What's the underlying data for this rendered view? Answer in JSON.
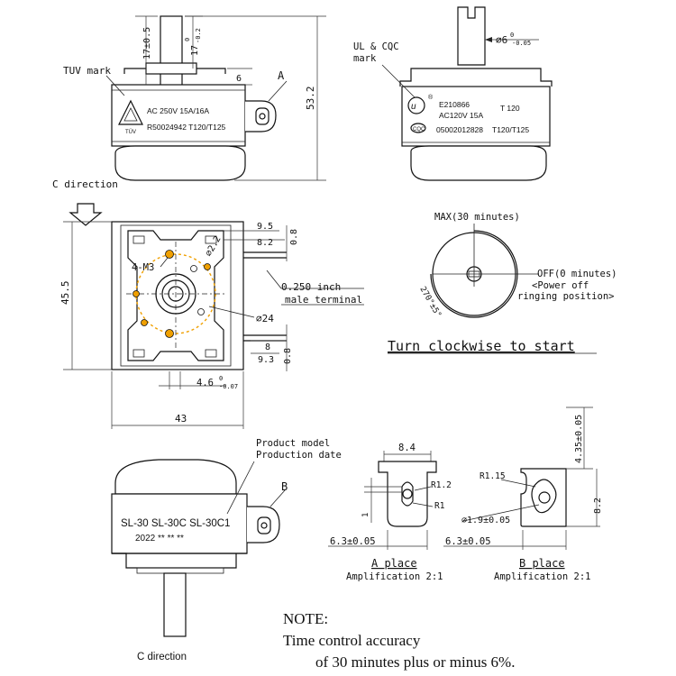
{
  "top_left": {
    "tuv_label": "TUV mark",
    "tuv_logo_text": "TÜV",
    "label_line1": "AC 250V 15A/16A",
    "label_line2": "R50024942 T120/T125",
    "dim_shaft_len": "17±0.5",
    "dim_shaft_len2_base": "17",
    "dim_shaft_len2_upper": "0",
    "dim_shaft_len2_lower": "-0.2",
    "dim_six": "6",
    "dim_height": "53.2",
    "callout_a": "A"
  },
  "top_right": {
    "ul_label_line1": "UL & CQC",
    "ul_label_line2": "mark",
    "label_line1": "E210866",
    "label_line1b": "T 120",
    "label_line2": "AC120V 15A",
    "label_line3": "05002012828",
    "label_line3b": "T120/T125",
    "dim_dia_base": "⌀6",
    "dim_dia_upper": "0",
    "dim_dia_lower": "-0.05"
  },
  "middle_left": {
    "c_direction": "C direction",
    "dim_45_5": "45.5",
    "dim_9_5": "9.5",
    "dim_8_2": "8.2",
    "dim_0_8_top": "0.8",
    "dim_2_2": "⌀2.2",
    "dim_4_m3": "4-M3",
    "terminal_line1": "0.250 inch",
    "terminal_line2": "male terminal",
    "dim_24": "⌀24",
    "dim_8": "8",
    "dim_9_3": "9.3",
    "dim_0_8_bottom": "0.8",
    "dim_4_6_base": "4.6",
    "dim_4_6_upper": "0",
    "dim_4_6_lower": "-0.07",
    "dim_43": "43"
  },
  "dial": {
    "max_label": "MAX(30 minutes)",
    "off_label": "OFF(0 minutes)",
    "off_sub1": "<Power off",
    "off_sub2": "ringing position>",
    "angle_label": "270°±5°",
    "instruction": "Turn clockwise to start"
  },
  "bottom_left": {
    "product_model": "Product model",
    "production_date": "Production date",
    "callout_b": "B",
    "model_text": "SL-30 SL-30C SL-30C1",
    "date_text": "2022  **  **    **",
    "c_direction": "C direction"
  },
  "a_place": {
    "dim_8_4": "8.4",
    "dim_r1_2": "R1.2",
    "dim_r1": "R1",
    "dim_1": "1",
    "dim_6_3": "6.3±0.05",
    "title": "A place",
    "subtitle": "Amplification 2:1"
  },
  "b_place": {
    "dim_r1_15": "R1.15",
    "dim_1_9": "⌀1.9±0.05",
    "dim_4_35": "4.35±0.05",
    "dim_8_2": "8.2",
    "dim_6_3": "6.3±0.05",
    "title": "B place",
    "subtitle": "Amplification 2:1"
  },
  "note": {
    "title": "NOTE:",
    "line1": "Time control accuracy",
    "line2": "of 30 minutes plus or minus 6%."
  }
}
